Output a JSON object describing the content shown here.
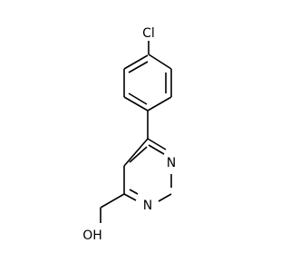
{
  "molecule": {
    "atoms": {
      "chlorine": "Cl",
      "nitrogen_upper": "N",
      "nitrogen_lower": "N",
      "hydroxyl": "OH"
    }
  }
}
